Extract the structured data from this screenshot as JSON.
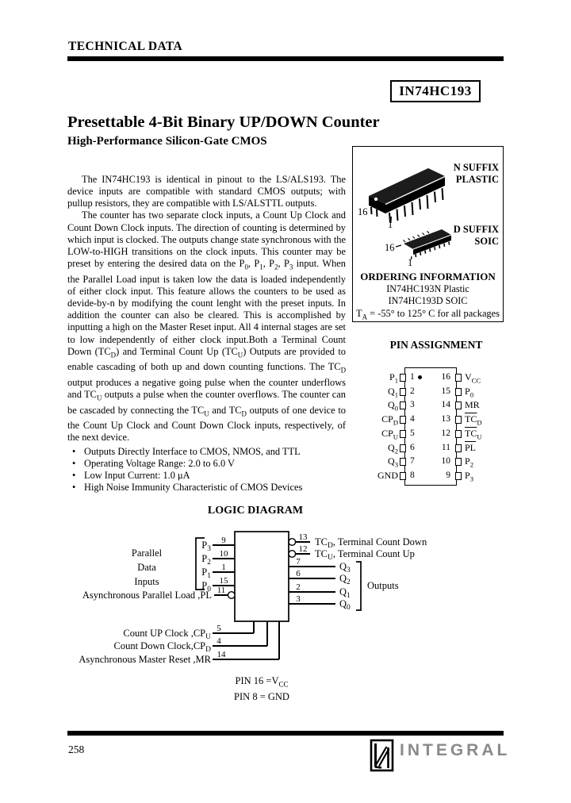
{
  "header": {
    "label": "TECHNICAL DATA"
  },
  "part_number": "IN74HC193",
  "title": "Presettable 4-Bit Binary UP/DOWN Counter",
  "subtitle": "High-Performance Silicon-Gate CMOS",
  "body": {
    "p1_html": "The IN74HC193 is identical in pinout to the LS/ALS193. The device inputs are compatible with standard CMOS outputs; with pullup resistors, they are compatible with LS/ALSTTL outputs.",
    "p2_html": "The counter has two separate clock inputs, a Count Up Clock and Count Down Clock inputs. The direction of counting is determined by which input is clocked. The outputs change state synchronous with the LOW-to-HIGH transitions on the clock inputs. This counter may be preset by entering the desired data on the P<sub>0</sub>, P<sub>1</sub>, P<sub>2</sub>, P<sub>3</sub> input. When the Parallel Load input is taken low the data is loaded independently of either clock input. This feature allows the counters to be used as devide-by-n by modifying the count lenght with the preset inputs. In addition the counter can also be cleared. This is accomplished by inputting a high on the Master Reset input. All 4 internal stages are set to low independently of either clock input.Both a Terminal Count Down (TC<sub>D</sub>) and Terminal Count Up (TC<sub>U</sub>) Outputs are provided to enable cascading of both up and down counting functions. The TC<sub>D</sub> output produces a negative going pulse when the counter underflows and TC<sub>U</sub> outputs a pulse when the counter overflows. The counter can be cascaded by connecting the TC<sub>U</sub> and TC<sub>D</sub> outputs of one device to the Count Up Clock and Count Down Clock inputs, respectively, of the next device.",
    "bullets": [
      "Outputs Directly Interface to CMOS, NMOS, and TTL",
      "Operating Voltage Range: 2.0 to 6.0 V",
      "Low Input Current: 1.0 μA",
      "High Noise Immunity Characteristic of CMOS Devices"
    ]
  },
  "package_box": {
    "n_suffix_html": "N SUFFIX<br>PLASTIC",
    "d_suffix_html": "D SUFFIX<br>SOIC",
    "dip_pin16": "16",
    "dip_pin1": "1",
    "soic_pin16": "16",
    "soic_pin1": "1",
    "ordering_title": "ORDERING INFORMATION",
    "ordering_line1": "IN74HC193N Plastic",
    "ordering_line2": "IN74HC193D SOIC",
    "temp_range_html": "T<sub>A</sub> = -55° to 125° C for all packages"
  },
  "pin_assignment": {
    "title": "PIN ASSIGNMENT",
    "left": [
      {
        "num": "1",
        "base": "P",
        "sub": "1"
      },
      {
        "num": "2",
        "base": "Q",
        "sub": "1"
      },
      {
        "num": "3",
        "base": "Q",
        "sub": "0"
      },
      {
        "num": "4",
        "base": "CP",
        "sub": "D"
      },
      {
        "num": "5",
        "base": "CP",
        "sub": "U"
      },
      {
        "num": "6",
        "base": "Q",
        "sub": "2"
      },
      {
        "num": "7",
        "base": "Q",
        "sub": "3"
      },
      {
        "num": "8",
        "base": "GND",
        "sub": ""
      }
    ],
    "right": [
      {
        "num": "16",
        "base": "V",
        "sub": "CC",
        "overline": false
      },
      {
        "num": "15",
        "base": "P",
        "sub": "0",
        "overline": false
      },
      {
        "num": "14",
        "base": "MR",
        "sub": "",
        "overline": false
      },
      {
        "num": "13",
        "base": "TC",
        "sub": "D",
        "overline": true
      },
      {
        "num": "12",
        "base": "TC",
        "sub": "U",
        "overline": true
      },
      {
        "num": "11",
        "base": "PL",
        "sub": "",
        "overline": true
      },
      {
        "num": "10",
        "base": "P",
        "sub": "2",
        "overline": false
      },
      {
        "num": "9",
        "base": "P",
        "sub": "3",
        "overline": false
      }
    ]
  },
  "logic_diagram": {
    "title": "LOGIC DIAGRAM",
    "group_label": [
      "Parallel",
      "Data",
      "Inputs"
    ],
    "parallel_load_label": "Asynchronous Parallel Load ,PL",
    "inputs": [
      {
        "pin": "9",
        "base": "P",
        "sub": "3"
      },
      {
        "pin": "10",
        "base": "P",
        "sub": "2"
      },
      {
        "pin": "1",
        "base": "P",
        "sub": "1"
      },
      {
        "pin": "15",
        "base": "P",
        "sub": "0"
      }
    ],
    "pl_pin": "11",
    "tc_outputs": [
      {
        "pin": "13",
        "base": "TC",
        "sub": "D",
        "desc": ", Terminal Count Down"
      },
      {
        "pin": "12",
        "base": "TC",
        "sub": "U",
        "desc": ", Terminal Count Up"
      }
    ],
    "q_outputs": [
      {
        "pin": "7",
        "base": "Q",
        "sub": "3"
      },
      {
        "pin": "6",
        "base": "Q",
        "sub": "2"
      },
      {
        "pin": "2",
        "base": "Q",
        "sub": "1"
      },
      {
        "pin": "3",
        "base": "Q",
        "sub": "0"
      }
    ],
    "outputs_label": "Outputs",
    "bottom_inputs": [
      {
        "pin": "5",
        "label": "Count UP Clock ,CP",
        "sub": "U"
      },
      {
        "pin": "4",
        "label": "Count Down Clock,CP",
        "sub": "D"
      },
      {
        "pin": "14",
        "label": "Asynchronous Master Reset ,MR",
        "sub": ""
      }
    ],
    "note1_html": "PIN 16 =V<sub>CC</sub>",
    "note2_html": "PIN 8 = GND"
  },
  "footer": {
    "page_number": "258",
    "brand": "INTEGRAL"
  }
}
